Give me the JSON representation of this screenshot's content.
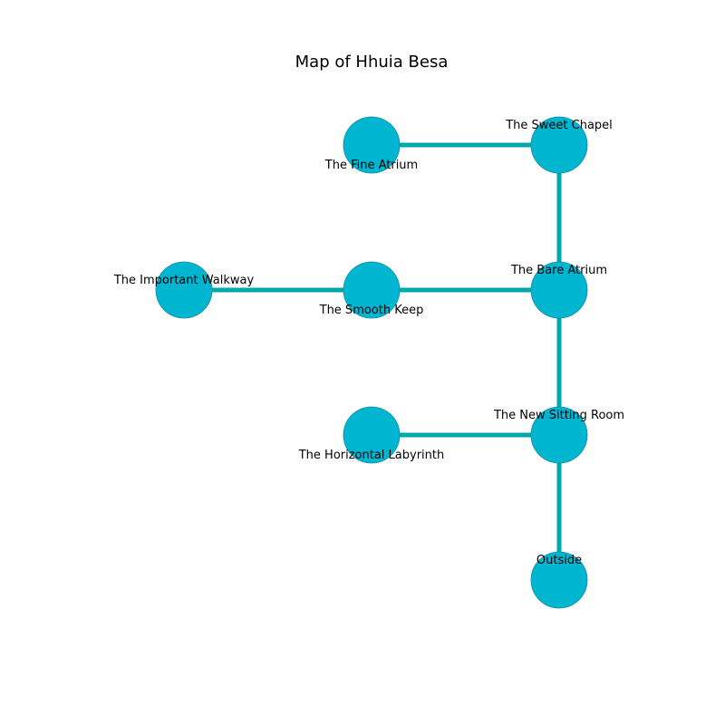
{
  "title": "Map of Hhuia Besa",
  "colors": {
    "node_fill": "#00b5d0",
    "node_stroke": "#0e8fa3",
    "edge": "#00a8ab",
    "text": "#000000",
    "background": "#ffffff"
  },
  "rooms": [
    {
      "id": "fine_atrium",
      "label": "The Fine Atrium"
    },
    {
      "id": "sweet_chapel",
      "label": "The Sweet Chapel"
    },
    {
      "id": "important_walkway",
      "label": "The Important Walkway"
    },
    {
      "id": "smooth_keep",
      "label": "The Smooth Keep"
    },
    {
      "id": "bare_atrium",
      "label": "The Bare Atrium"
    },
    {
      "id": "horizontal_labyrinth",
      "label": "The Horizontal Labyrinth"
    },
    {
      "id": "new_sitting_room",
      "label": "The New Sitting Room"
    },
    {
      "id": "outside",
      "label": "Outside"
    }
  ],
  "connections": [
    {
      "from": "fine_atrium",
      "to": "sweet_chapel"
    },
    {
      "from": "sweet_chapel",
      "to": "bare_atrium"
    },
    {
      "from": "important_walkway",
      "to": "smooth_keep"
    },
    {
      "from": "smooth_keep",
      "to": "bare_atrium"
    },
    {
      "from": "bare_atrium",
      "to": "new_sitting_room"
    },
    {
      "from": "horizontal_labyrinth",
      "to": "new_sitting_room"
    },
    {
      "from": "new_sitting_room",
      "to": "outside"
    }
  ]
}
